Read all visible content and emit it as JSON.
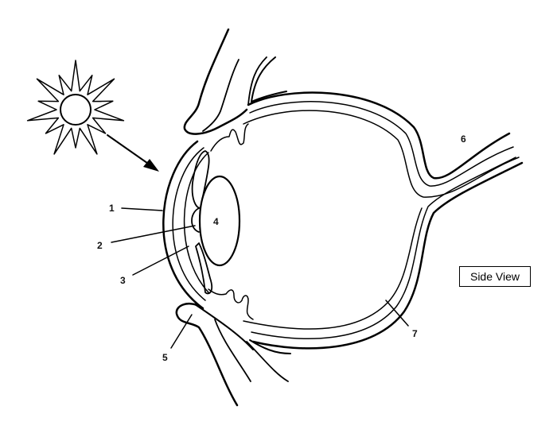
{
  "labels": {
    "l1": "1",
    "l2": "2",
    "l3": "3",
    "l4": "4",
    "l5": "5",
    "l6": "6",
    "l7": "7"
  },
  "view_label": "Side View",
  "colors": {
    "line": "#000000",
    "background": "#ffffff"
  },
  "icons": [
    "sun-icon",
    "arrow-icon"
  ]
}
